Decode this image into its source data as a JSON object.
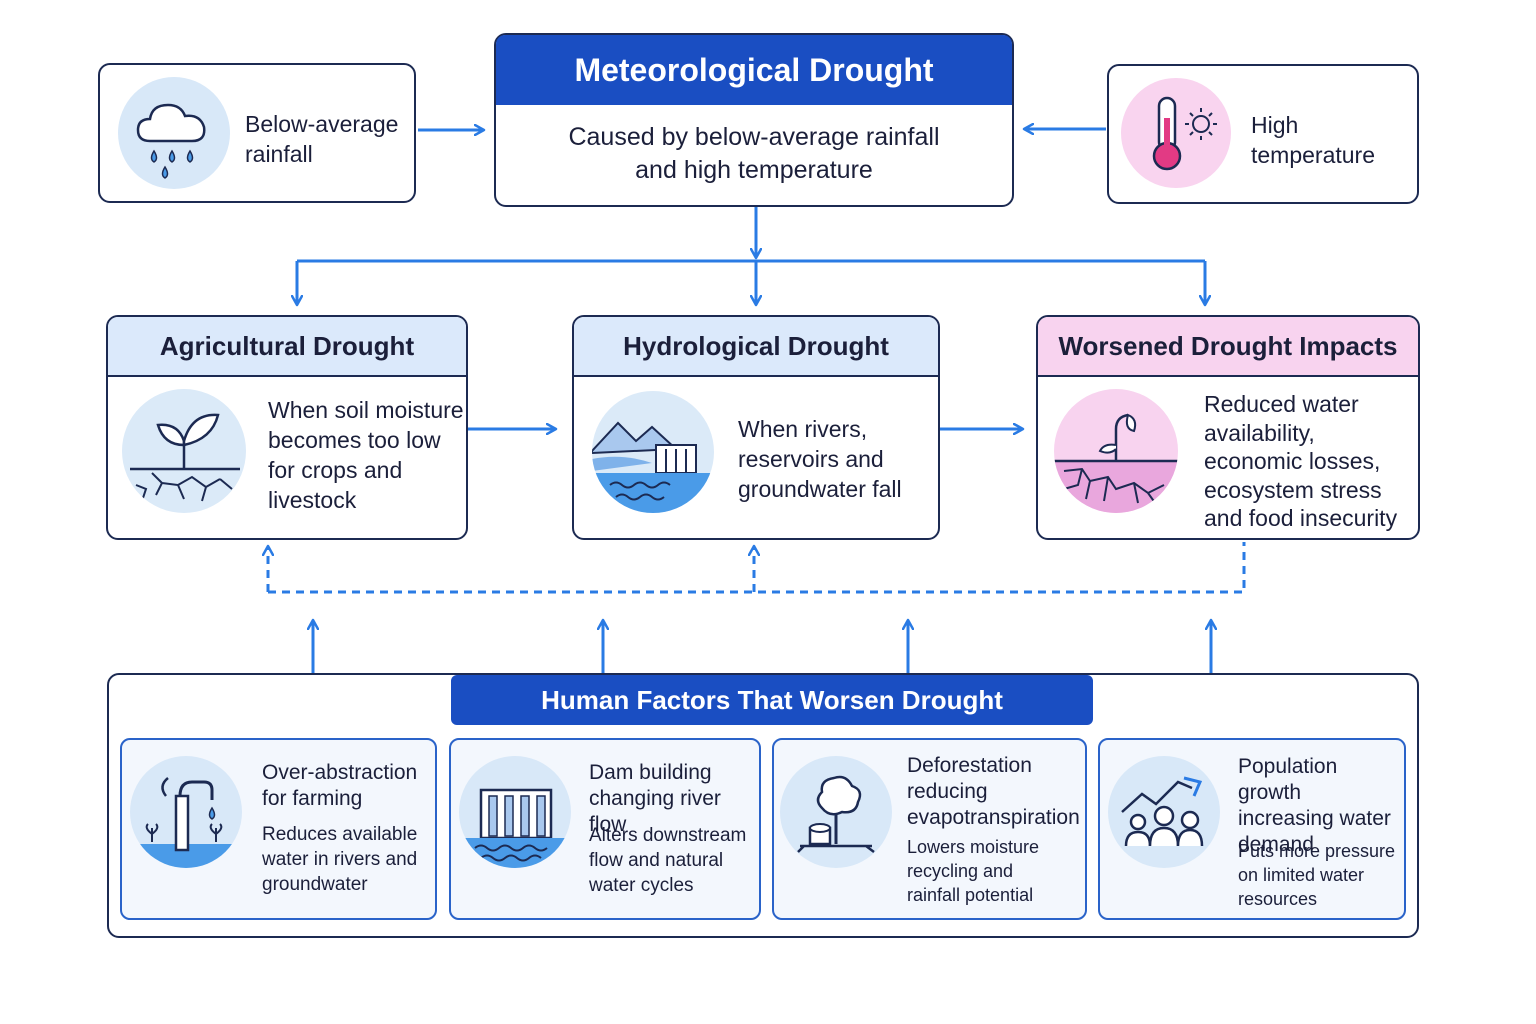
{
  "meteorological": {
    "title": "Meteorological Drought",
    "desc_line1": "Caused by below-average rainfall",
    "desc_line2": "and high temperature"
  },
  "rainfall": {
    "line1": "Below-average",
    "line2": "rainfall",
    "icon": "rain-cloud-icon"
  },
  "temperature": {
    "line1": "High",
    "line2": "temperature",
    "icon": "thermometer-sun-icon"
  },
  "agricultural": {
    "title": "Agricultural Drought",
    "lines": [
      "When soil moisture",
      "becomes too low",
      "for crops and",
      "livestock"
    ],
    "icon": "plant-cracked-soil-icon"
  },
  "hydrological": {
    "title": "Hydrological Drought",
    "lines": [
      "When rivers,",
      "reservoirs and",
      "groundwater fall"
    ],
    "icon": "river-dam-icon"
  },
  "impacts": {
    "title": "Worsened Drought Impacts",
    "lines": [
      "Reduced water",
      "availability,",
      "economic losses,",
      "ecosystem stress",
      "and food insecurity"
    ],
    "icon": "wilted-plant-icon"
  },
  "human": {
    "title": "Human Factors That Worsen Drought",
    "cards": [
      {
        "title_lines": [
          "Over-abstraction",
          "for farming"
        ],
        "desc_lines": [
          "Reduces available",
          "water in rivers and",
          "groundwater"
        ],
        "icon": "water-pump-icon"
      },
      {
        "title_lines": [
          "Dam building",
          "changing river flow"
        ],
        "desc_lines": [
          "Alters downstream",
          "flow and natural",
          "water cycles"
        ],
        "icon": "dam-icon"
      },
      {
        "title_lines": [
          "Deforestation",
          "reducing",
          "evapotranspiration"
        ],
        "desc_lines": [
          "Lowers moisture",
          "recycling and",
          "rainfall potential"
        ],
        "icon": "tree-stump-icon"
      },
      {
        "title_lines": [
          "Population growth",
          "increasing water",
          "demand"
        ],
        "desc_lines": [
          "Puts more pressure",
          "on limited water",
          "resources"
        ],
        "icon": "population-growth-icon"
      }
    ]
  },
  "colors": {
    "accent": "#1a4ec2",
    "arrow": "#2a7be4",
    "border": "#1c2a52",
    "pink": "#f8d3ef",
    "light_blue": "#dbe9fb"
  }
}
